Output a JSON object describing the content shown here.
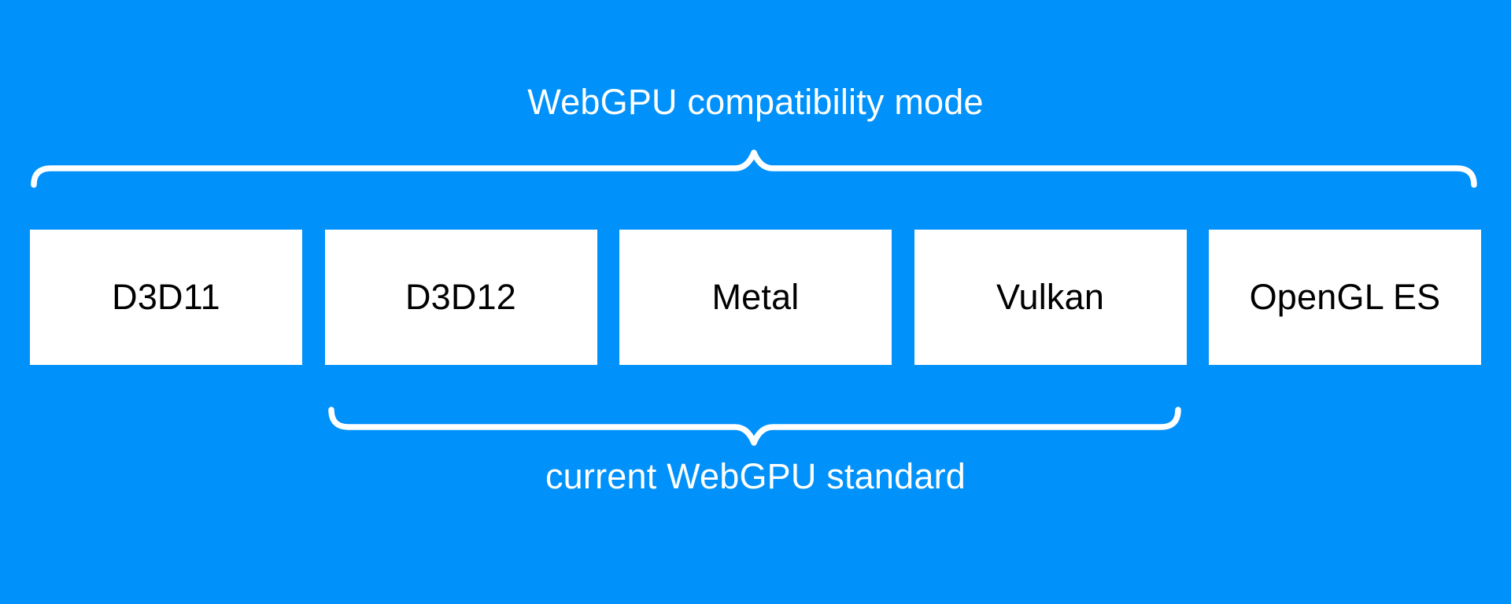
{
  "diagram": {
    "top_label": "WebGPU compatibility mode",
    "bottom_label": "current WebGPU standard",
    "boxes": [
      "D3D11",
      "D3D12",
      "Metal",
      "Vulkan",
      "OpenGL ES"
    ],
    "colors": {
      "background": "#0191FA",
      "box-bg": "#FFFFFF",
      "box-text": "#000000",
      "label-text": "#FFFFFF",
      "brace": "#FFFFFF"
    }
  }
}
